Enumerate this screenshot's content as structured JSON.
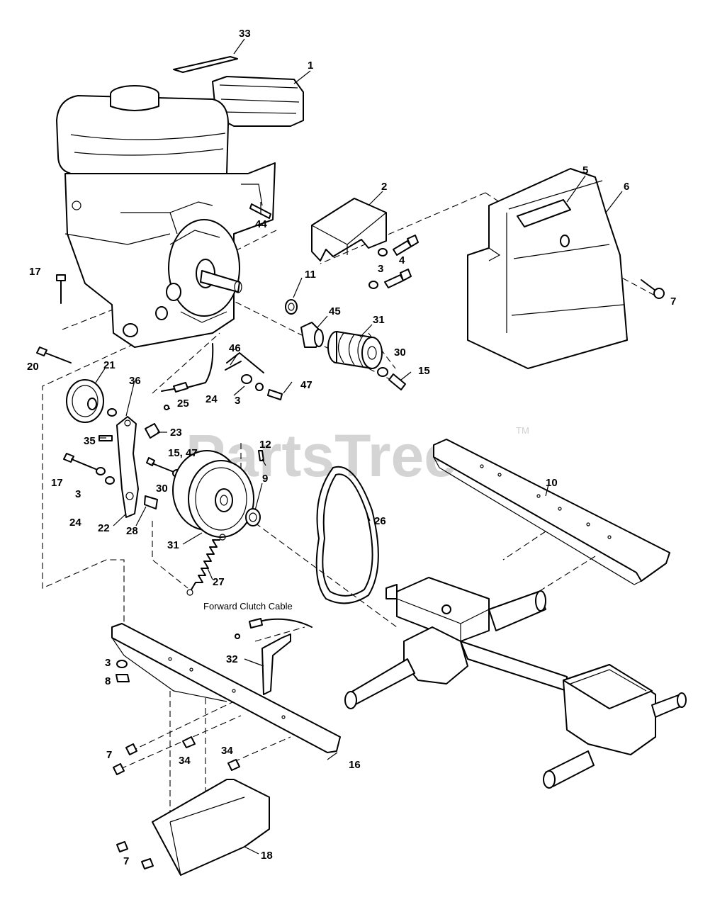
{
  "watermark": {
    "brand": "PartsTree",
    "trademark": "TM"
  },
  "caption": {
    "forward_clutch_cable": "Forward Clutch Cable"
  },
  "callouts": {
    "c1": "1",
    "c2": "2",
    "c3a": "3",
    "c3b": "3",
    "c3c": "3",
    "c3d": "3",
    "c4": "4",
    "c5": "5",
    "c6": "6",
    "c7a": "7",
    "c7b": "7",
    "c7c": "7",
    "c8": "8",
    "c9": "9",
    "c10": "10",
    "c11": "11",
    "c12": "12",
    "c15": "15",
    "c15_47": "15, 47",
    "c16": "16",
    "c17a": "17",
    "c17b": "17",
    "c18": "18",
    "c20": "20",
    "c21": "21",
    "c22": "22",
    "c23": "23",
    "c24a": "24",
    "c24b": "24",
    "c25": "25",
    "c26": "26",
    "c27": "27",
    "c28": "28",
    "c30a": "30",
    "c30b": "30",
    "c31a": "31",
    "c31b": "31",
    "c32": "32",
    "c33": "33",
    "c34a": "34",
    "c34b": "34",
    "c35": "35",
    "c36": "36",
    "c44": "44",
    "c45": "45",
    "c46": "46",
    "c47": "47"
  }
}
